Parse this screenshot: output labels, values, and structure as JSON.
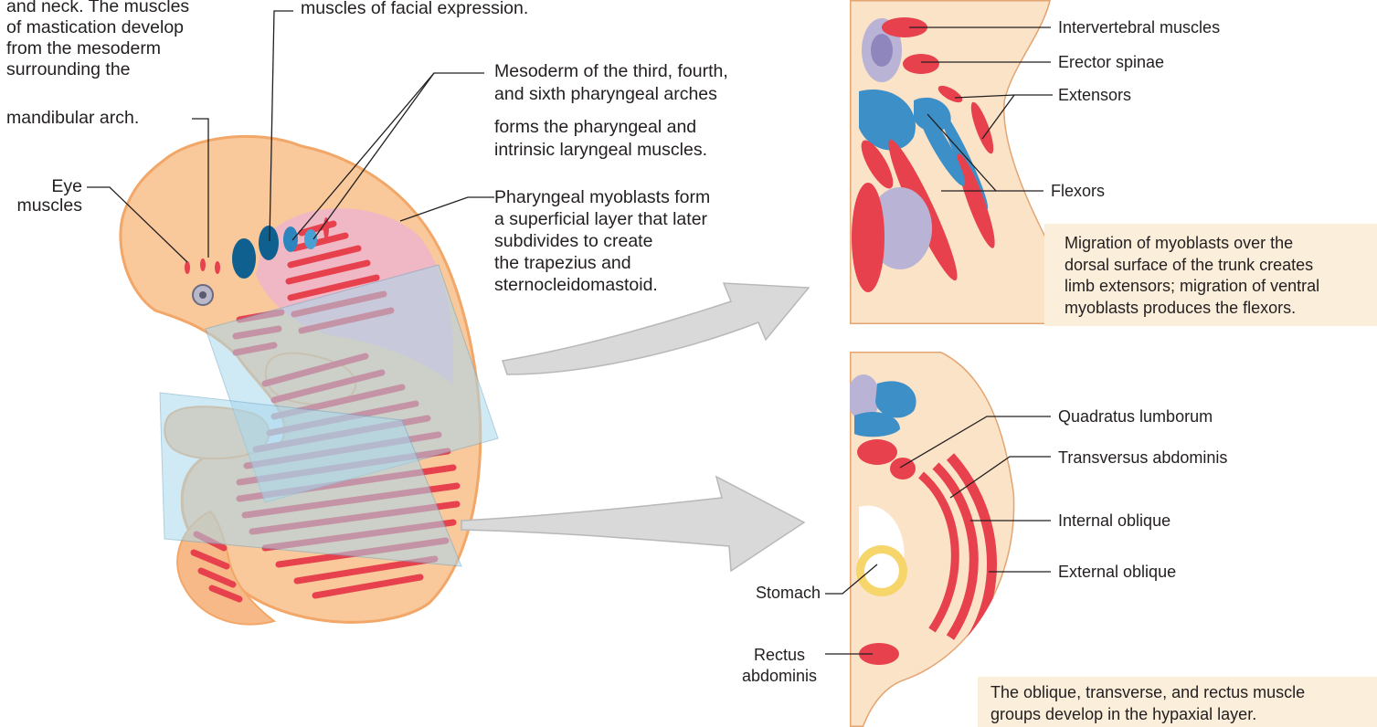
{
  "texts": {
    "top_left_1": "and neck. The muscles",
    "top_left_2": "of mastication develop",
    "top_left_3": "from the mesoderm",
    "top_left_4": "surrounding the",
    "top_left_5": "mandibular arch.",
    "facial": "muscles of facial expression.",
    "eye_1": "Eye",
    "eye_2": "muscles",
    "meso_1": "Mesoderm of the third, fourth,",
    "meso_2": "and sixth pharyngeal arches",
    "meso_3": "forms the pharyngeal and",
    "meso_4": "intrinsic laryngeal muscles.",
    "phar_1": "Pharyngeal myoblasts form",
    "phar_2": "a superficial layer that later",
    "phar_3": "subdivides to create",
    "phar_4": "the trapezius and",
    "phar_5": "sternocleidomastoid.",
    "intervertebral": "Intervertebral muscles",
    "erector": "Erector spinae",
    "extensors": "Extensors",
    "flexors": "Flexors",
    "quadratus": "Quadratus lumborum",
    "transversus": "Transversus abdominis",
    "internal": "Internal oblique",
    "external": "External oblique",
    "stomach": "Stomach",
    "rectus_1": "Rectus",
    "rectus_2": "abdominis",
    "box1_1": "Migration of myoblasts over the",
    "box1_2": "dorsal surface of the trunk creates",
    "box1_3": "limb extensors; migration of ventral",
    "box1_4": "myoblasts produces the flexors.",
    "box2_1": "The oblique, transverse, and rectus muscle",
    "box2_2": "groups develop in the hypaxial layer."
  },
  "colors": {
    "skin": "#f9c89b",
    "skin_dark": "#f2a768",
    "muscle": "#e8414e",
    "muscle_light": "#f4a3a3",
    "blue_muscle": "#3d8fc7",
    "dark_blue": "#0f5f8f",
    "plane": "#a8d8ee",
    "arrow": "#d9d9d9",
    "caption_bg": "#fbeedb"
  }
}
